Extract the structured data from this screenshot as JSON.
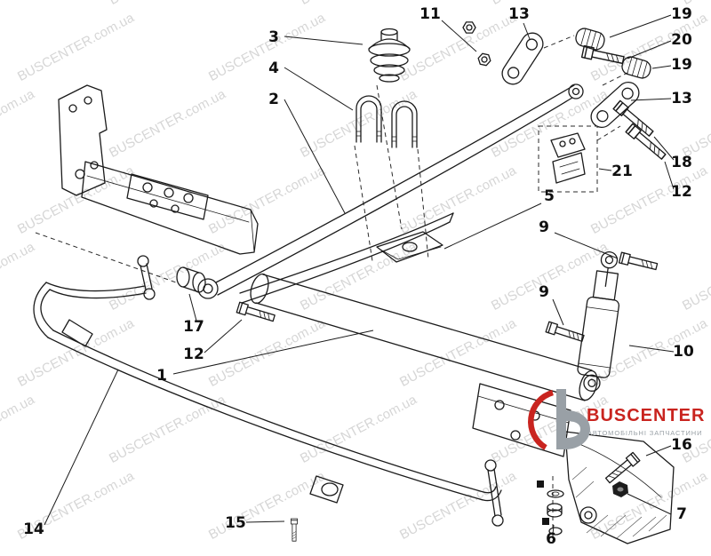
{
  "watermark": {
    "text": "BUSCENTER.com.ua",
    "color": "#d6d6d6"
  },
  "logo": {
    "name": "BUSCENTER",
    "tagline": "АВТОМОБІЛЬНІ ЗАПЧАСТИНИ",
    "accent": "#c9241f",
    "gray": "#99a0a6"
  },
  "diagram": {
    "callouts": [
      {
        "label": "3"
      },
      {
        "label": "4"
      },
      {
        "label": "2"
      },
      {
        "label": "11"
      },
      {
        "label": "13"
      },
      {
        "label": "19"
      },
      {
        "label": "20"
      },
      {
        "label": "19"
      },
      {
        "label": "13"
      },
      {
        "label": "18"
      },
      {
        "label": "12"
      },
      {
        "label": "21"
      },
      {
        "label": "5"
      },
      {
        "label": "9"
      },
      {
        "label": "9"
      },
      {
        "label": "10"
      },
      {
        "label": "17"
      },
      {
        "label": "12"
      },
      {
        "label": "1"
      },
      {
        "label": "14"
      },
      {
        "label": "15"
      },
      {
        "label": "16"
      },
      {
        "label": "7"
      },
      {
        "label": "6"
      }
    ]
  }
}
